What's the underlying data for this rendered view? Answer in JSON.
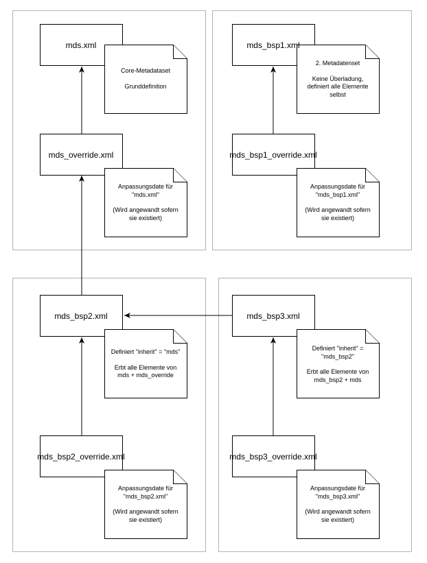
{
  "colors": {
    "group_border": "#b3b3b3",
    "stroke": "#000000",
    "background": "#ffffff"
  },
  "nodes": {
    "mds": "mds.xml",
    "mds_override": "mds_override.xml",
    "mds_bsp1": "mds_bsp1.xml",
    "mds_bsp1_override": "mds_bsp1_override.xml",
    "mds_bsp2": "mds_bsp2.xml",
    "mds_bsp2_override": "mds_bsp2_override.xml",
    "mds_bsp3": "mds_bsp3.xml",
    "mds_bsp3_override": "mds_bsp3_override.xml"
  },
  "notes": {
    "mds": {
      "line1": "Core-Metadataset",
      "line2": "Grunddefinition"
    },
    "mds_override": {
      "line1": "Anpassungsdate für",
      "line2": "\"mds.xml\"",
      "line3": "(Wird angewandt sofern",
      "line4": "sie existiert)"
    },
    "mds_bsp1": {
      "line1": "2. Metadatenset",
      "line2": "Keine Überladung,",
      "line3": "definiert alle Elemente",
      "line4": "selbst"
    },
    "mds_bsp1_override": {
      "line1": "Anpassungsdate für",
      "line2": "\"mds_bsp1.xml\"",
      "line3": "(Wird angewandt sofern",
      "line4": "sie existiert)"
    },
    "mds_bsp2": {
      "line1": "Definiert \"inherit\" = \"mds\"",
      "line2": "Erbt alle Elemente von",
      "line3": "mds + mds_override"
    },
    "mds_bsp2_override": {
      "line1": "Anpassungsdate für",
      "line2": "\"mds_bsp2.xml\"",
      "line3": "(Wird angewandt sofern",
      "line4": "sie existiert)"
    },
    "mds_bsp3": {
      "line1": "Definiert \"inherit\" =",
      "line2": "\"mds_bsp2\"",
      "line3": "Erbt alle Elemente von",
      "line4": "mds_bsp2 + mds"
    },
    "mds_bsp3_override": {
      "line1": "Anpassungsdate für",
      "line2": "\"mds_bsp3.xml\"",
      "line3": "(Wird angewandt sofern",
      "line4": "sie existiert)"
    }
  }
}
